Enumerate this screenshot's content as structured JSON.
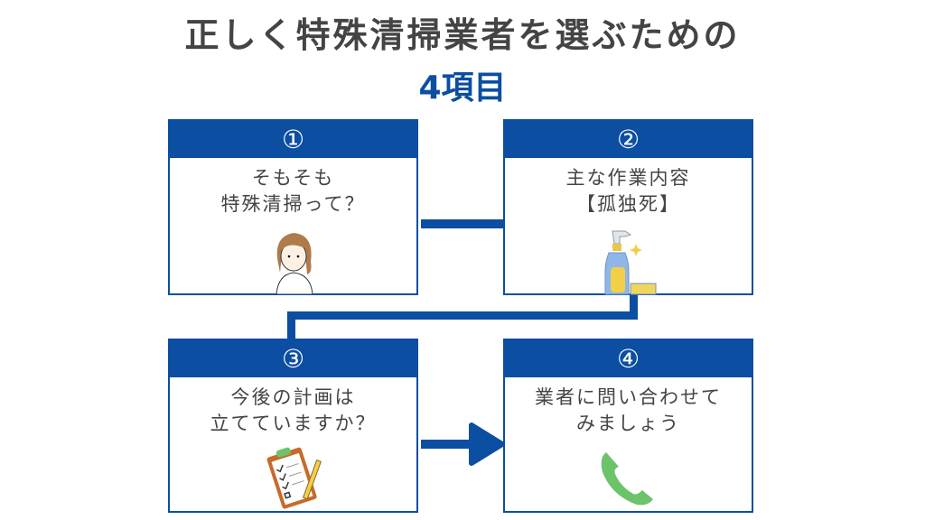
{
  "title": "正しく特殊清掃業者を選ぶための",
  "subtitle": "4項目",
  "steps": [
    {
      "num": "①",
      "line1": "そもそも",
      "line2": "特殊清掃って？",
      "icon": "thinking-woman-icon"
    },
    {
      "num": "②",
      "line1": "主な作業内容",
      "line2": "【孤独死】",
      "icon": "spray-bottle-icon"
    },
    {
      "num": "③",
      "line1": "今後の計画は",
      "line2": "立てていますか？",
      "icon": "clipboard-checklist-icon"
    },
    {
      "num": "④",
      "line1": "業者に問い合わせて",
      "line2": "みましょう",
      "icon": "phone-icon"
    }
  ],
  "colors": {
    "accent": "#0b4ea2",
    "text": "#444444",
    "phone": "#6cc36a"
  }
}
